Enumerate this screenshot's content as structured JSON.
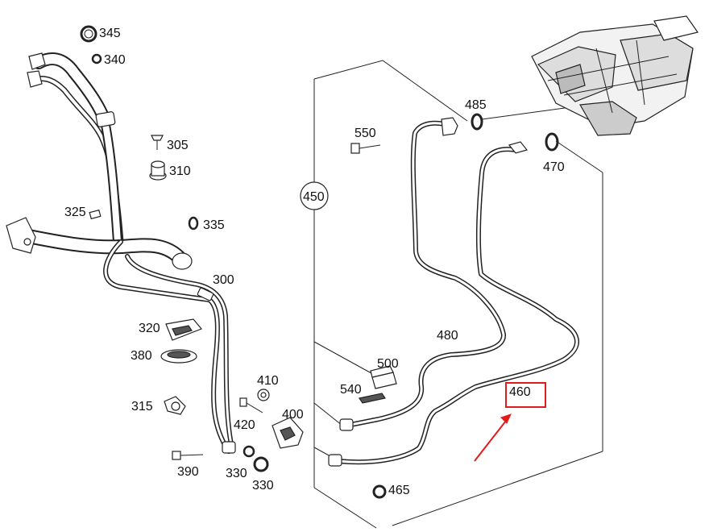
{
  "diagram": {
    "callouts": [
      {
        "id": "c345",
        "text": "345"
      },
      {
        "id": "c340",
        "text": "340"
      },
      {
        "id": "c305",
        "text": "305"
      },
      {
        "id": "c310",
        "text": "310"
      },
      {
        "id": "c325",
        "text": "325"
      },
      {
        "id": "c335",
        "text": "335"
      },
      {
        "id": "c300",
        "text": "300"
      },
      {
        "id": "c320",
        "text": "320"
      },
      {
        "id": "c380",
        "text": "380"
      },
      {
        "id": "c315",
        "text": "315"
      },
      {
        "id": "c410",
        "text": "410"
      },
      {
        "id": "c420",
        "text": "420"
      },
      {
        "id": "c400",
        "text": "400"
      },
      {
        "id": "c390",
        "text": "390"
      },
      {
        "id": "c330a",
        "text": "330"
      },
      {
        "id": "c330b",
        "text": "330"
      },
      {
        "id": "c450",
        "text": "450"
      },
      {
        "id": "c550",
        "text": "550"
      },
      {
        "id": "c485",
        "text": "485"
      },
      {
        "id": "c470",
        "text": "470"
      },
      {
        "id": "c480",
        "text": "480"
      },
      {
        "id": "c500",
        "text": "500"
      },
      {
        "id": "c540",
        "text": "540"
      },
      {
        "id": "c460",
        "text": "460"
      },
      {
        "id": "c465",
        "text": "465"
      }
    ],
    "highlight": {
      "target": "460",
      "color": "#e21b1b"
    }
  }
}
